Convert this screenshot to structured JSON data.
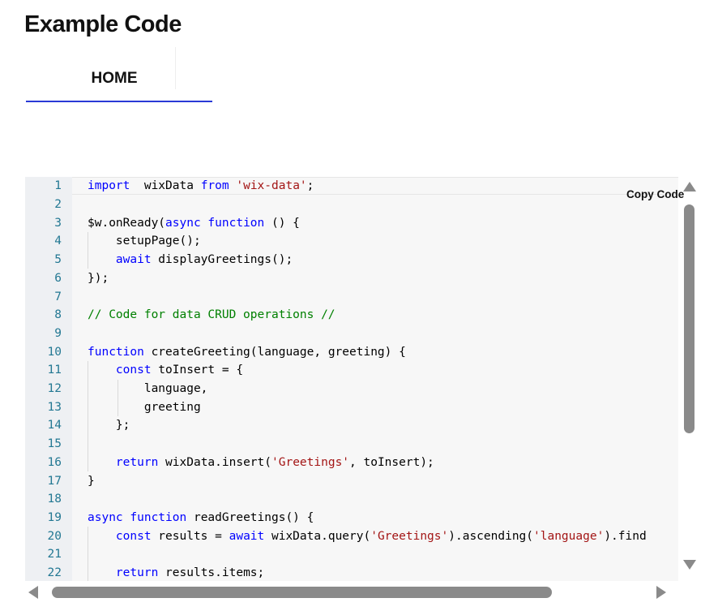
{
  "site": {
    "title": "Example Code"
  },
  "nav": {
    "items": [
      {
        "label": "HOME",
        "active": true
      }
    ],
    "accent_color": "#2a3ad6"
  },
  "code_block": {
    "copy_label": "Copy Code",
    "lines": [
      {
        "num": "1",
        "tokens": [
          [
            "kw",
            "import"
          ],
          [
            "",
            "  wixData "
          ],
          [
            "kw",
            "from"
          ],
          [
            "",
            " "
          ],
          [
            "str",
            "'wix-data'"
          ],
          [
            "",
            ";"
          ]
        ]
      },
      {
        "num": "2",
        "tokens": []
      },
      {
        "num": "3",
        "tokens": [
          [
            "",
            "$w.onReady("
          ],
          [
            "kw",
            "async"
          ],
          [
            "",
            " "
          ],
          [
            "kw",
            "function"
          ],
          [
            "",
            " () {"
          ]
        ]
      },
      {
        "num": "4",
        "tokens": [
          [
            "",
            "    setupPage();"
          ]
        ]
      },
      {
        "num": "5",
        "tokens": [
          [
            "",
            "    "
          ],
          [
            "kw",
            "await"
          ],
          [
            "",
            " displayGreetings();"
          ]
        ]
      },
      {
        "num": "6",
        "tokens": [
          [
            "",
            "});"
          ]
        ]
      },
      {
        "num": "7",
        "tokens": []
      },
      {
        "num": "8",
        "tokens": [
          [
            "cm",
            "// Code for data CRUD operations //"
          ]
        ]
      },
      {
        "num": "9",
        "tokens": []
      },
      {
        "num": "10",
        "tokens": [
          [
            "kw",
            "function"
          ],
          [
            "",
            " createGreeting(language, greeting) {"
          ]
        ]
      },
      {
        "num": "11",
        "tokens": [
          [
            "",
            "    "
          ],
          [
            "kw",
            "const"
          ],
          [
            "",
            " toInsert = {"
          ]
        ]
      },
      {
        "num": "12",
        "tokens": [
          [
            "",
            "        language,"
          ]
        ]
      },
      {
        "num": "13",
        "tokens": [
          [
            "",
            "        greeting"
          ]
        ]
      },
      {
        "num": "14",
        "tokens": [
          [
            "",
            "    };"
          ]
        ]
      },
      {
        "num": "15",
        "tokens": []
      },
      {
        "num": "16",
        "tokens": [
          [
            "",
            "    "
          ],
          [
            "kw",
            "return"
          ],
          [
            "",
            " wixData.insert("
          ],
          [
            "str",
            "'Greetings'"
          ],
          [
            "",
            ", toInsert);"
          ]
        ]
      },
      {
        "num": "17",
        "tokens": [
          [
            "",
            "}"
          ]
        ]
      },
      {
        "num": "18",
        "tokens": []
      },
      {
        "num": "19",
        "tokens": [
          [
            "kw",
            "async"
          ],
          [
            "",
            " "
          ],
          [
            "kw",
            "function"
          ],
          [
            "",
            " readGreetings() {"
          ]
        ]
      },
      {
        "num": "20",
        "tokens": [
          [
            "",
            "    "
          ],
          [
            "kw",
            "const"
          ],
          [
            "",
            " results = "
          ],
          [
            "kw",
            "await"
          ],
          [
            "",
            " wixData.query("
          ],
          [
            "str",
            "'Greetings'"
          ],
          [
            "",
            ").ascending("
          ],
          [
            "str",
            "'language'"
          ],
          [
            "",
            ").find"
          ]
        ]
      },
      {
        "num": "21",
        "tokens": []
      },
      {
        "num": "22",
        "tokens": [
          [
            "",
            "    "
          ],
          [
            "kw",
            "return"
          ],
          [
            "",
            " results.items;"
          ]
        ]
      }
    ],
    "colors": {
      "keyword": "#0000ff",
      "string": "#a31515",
      "comment": "#008000",
      "line_number": "#237893"
    }
  }
}
